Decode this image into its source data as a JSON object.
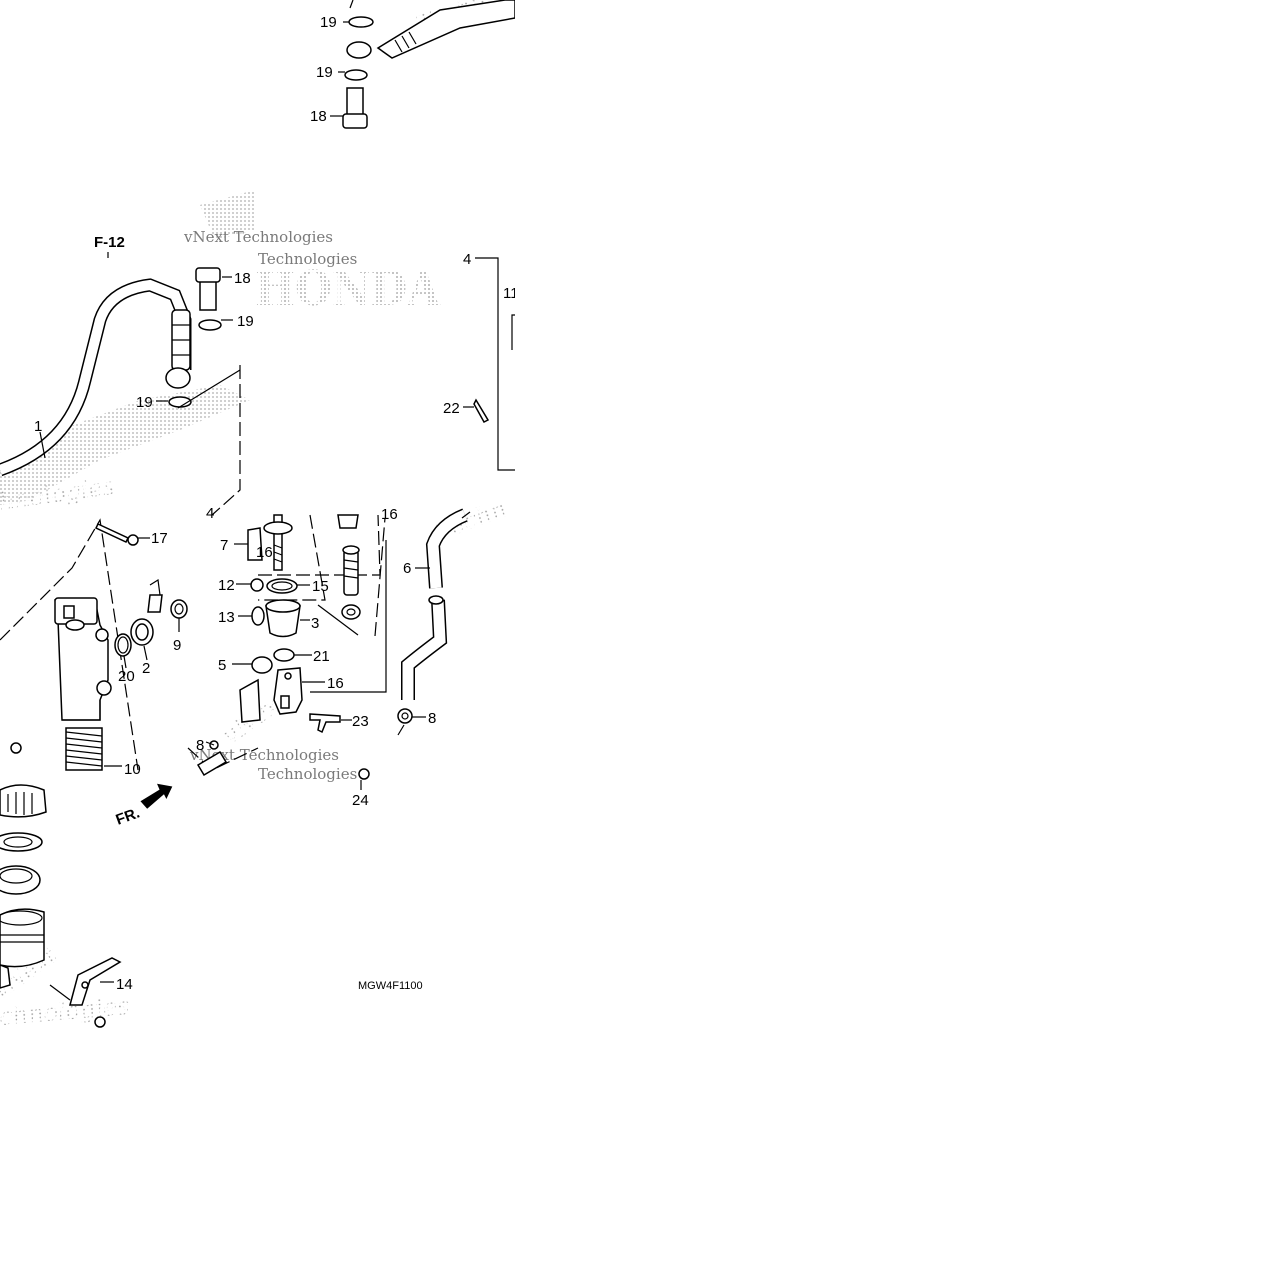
{
  "diagram": {
    "reference": "F-12",
    "model_code": "MGW4F1100",
    "direction_label": "FR.",
    "watermark": {
      "brand": "HONDA",
      "vendor_line1": "vNext Technologies",
      "vendor_short": "Technologies",
      "vendor_part": "Techn",
      "vendor_word": "vNext",
      "vendor_tail": "chnologies",
      "vendor_hn": "hnologies"
    },
    "callouts": {
      "c1": "1",
      "c2": "2",
      "c3": "3",
      "c4a": "4",
      "c4b": "4",
      "c5": "5",
      "c6": "6",
      "c7": "7",
      "c8a": "8",
      "c8b": "8",
      "c9": "9",
      "c10": "10",
      "c11": "11",
      "c12": "12",
      "c13": "13",
      "c14": "14",
      "c15": "15",
      "c16": "16",
      "c16b": "16",
      "c17": "17",
      "c18a": "18",
      "c18b": "18",
      "c19a": "19",
      "c19b": "19",
      "c19c": "19",
      "c19d": "19",
      "c20": "20",
      "c21": "21",
      "c22": "22",
      "c23": "23",
      "c24": "24"
    }
  }
}
